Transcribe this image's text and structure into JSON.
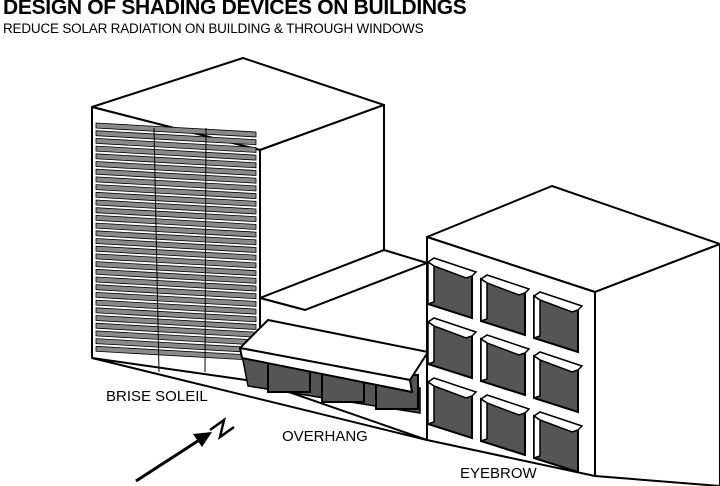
{
  "header": {
    "title": "DESIGN OF SHADING DEVICES ON BUILDINGS",
    "subtitle": "REDUCE SOLAR RADIATION ON BUILDING & THROUGH WINDOWS"
  },
  "labels": {
    "brise_soleil": "BRISE SOLEIL",
    "overhang": "OVERHANG",
    "eyebrow": "EYEBROW"
  },
  "compass": {
    "north": "N"
  },
  "colors": {
    "line": "#000000",
    "shade": "#555555",
    "louver": "#8a8a8a",
    "face": "#ffffff"
  }
}
